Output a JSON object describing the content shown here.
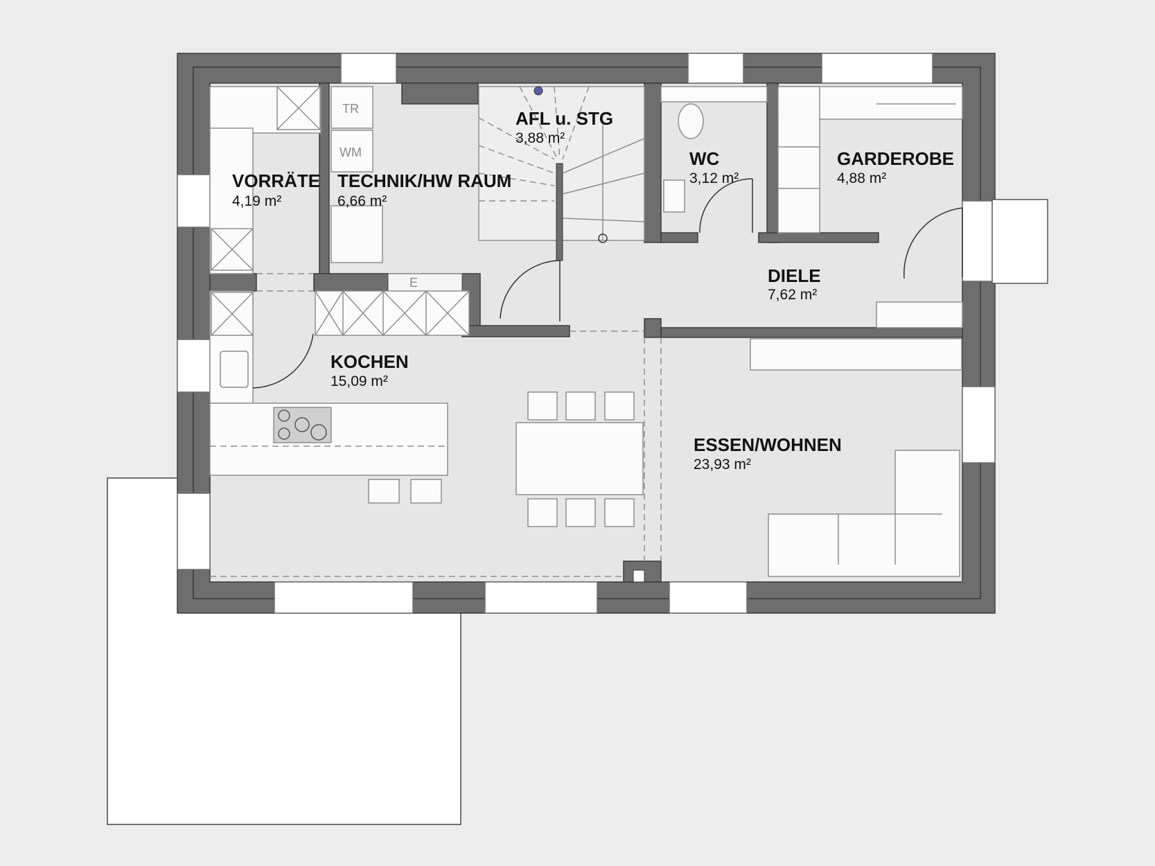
{
  "rooms": [
    {
      "name": "VORRÄTE",
      "area": "4,19 m²"
    },
    {
      "name": "TECHNIK/HW RAUM",
      "area": "6,66 m²"
    },
    {
      "name": "AFL u. STG",
      "area": "3,88 m²"
    },
    {
      "name": "WC",
      "area": "3,12 m²"
    },
    {
      "name": "GARDEROBE",
      "area": "4,88 m²"
    },
    {
      "name": "DIELE",
      "area": "7,62 m²"
    },
    {
      "name": "KOCHEN",
      "area": "15,09 m²"
    },
    {
      "name": "ESSEN/WOHNEN",
      "area": "23,93 m²"
    }
  ],
  "appliances": {
    "dryer": "TR",
    "washer": "WM",
    "meter": "E"
  },
  "colors": {
    "background": "#ececec",
    "floor": "#e6e6e6",
    "wall": "#6e6e6e",
    "outline": "#3c3c3c",
    "furniture": "#fbfbfb",
    "terrace": "#ffffff"
  }
}
